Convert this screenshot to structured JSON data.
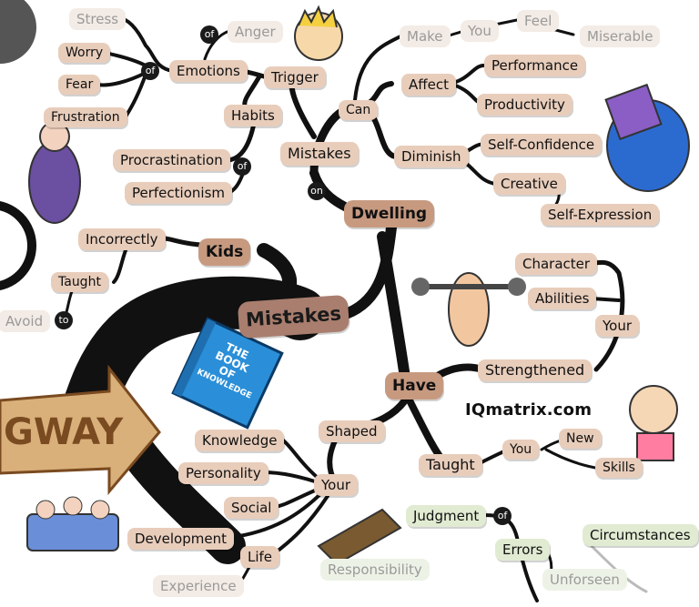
{
  "central": {
    "label": "Mistakes"
  },
  "main_topics": {
    "dwelling": "Dwelling",
    "kids": "Kids",
    "have": "Have",
    "mistakes_sub": "Mistakes"
  },
  "nodes": {
    "stress": "Stress",
    "worry": "Worry",
    "fear": "Fear",
    "frustration": "Frustration",
    "emotions": "Emotions",
    "anger": "Anger",
    "habits": "Habits",
    "trigger": "Trigger",
    "procrastination": "Procrastination",
    "perfectionism": "Perfectionism",
    "can": "Can",
    "make": "Make",
    "you_feel_you": "You",
    "feel": "Feel",
    "miserable": "Miserable",
    "affect": "Affect",
    "performance": "Performance",
    "productivity": "Productivity",
    "diminish": "Diminish",
    "self_confidence": "Self-Confidence",
    "creative": "Creative",
    "self_expression": "Self-Expression",
    "incorrectly": "Incorrectly",
    "taught_left": "Taught",
    "avoid": "Avoid",
    "character": "Character",
    "abilities": "Abilities",
    "your_right": "Your",
    "strengthened": "Strengthened",
    "shaped": "Shaped",
    "taught": "Taught",
    "you_taught": "You",
    "new": "New",
    "skills": "Skills",
    "knowledge": "Knowledge",
    "personality": "Personality",
    "social": "Social",
    "development": "Development",
    "life": "Life",
    "experience": "Experience",
    "your_bottom": "Your",
    "responsibility": "Responsibility",
    "judgment": "Judgment",
    "errors": "Errors",
    "unforseen": "Unforseen",
    "circumstances": "Circumstances"
  },
  "connectors": {
    "of": "of",
    "on": "on",
    "to": "to"
  },
  "book": {
    "line1": "THE",
    "line2": "BOOK",
    "line3": "OF",
    "line4": "KNOWLEDGE"
  },
  "sign": {
    "text": "GWAY"
  },
  "website": "IQmatrix.com",
  "colors": {
    "branch": "#111111",
    "node_fill": "#e8cdbb",
    "node_dark": "#c79a80",
    "green_fill": "#e1ebd2",
    "book": "#2a8fd8"
  }
}
